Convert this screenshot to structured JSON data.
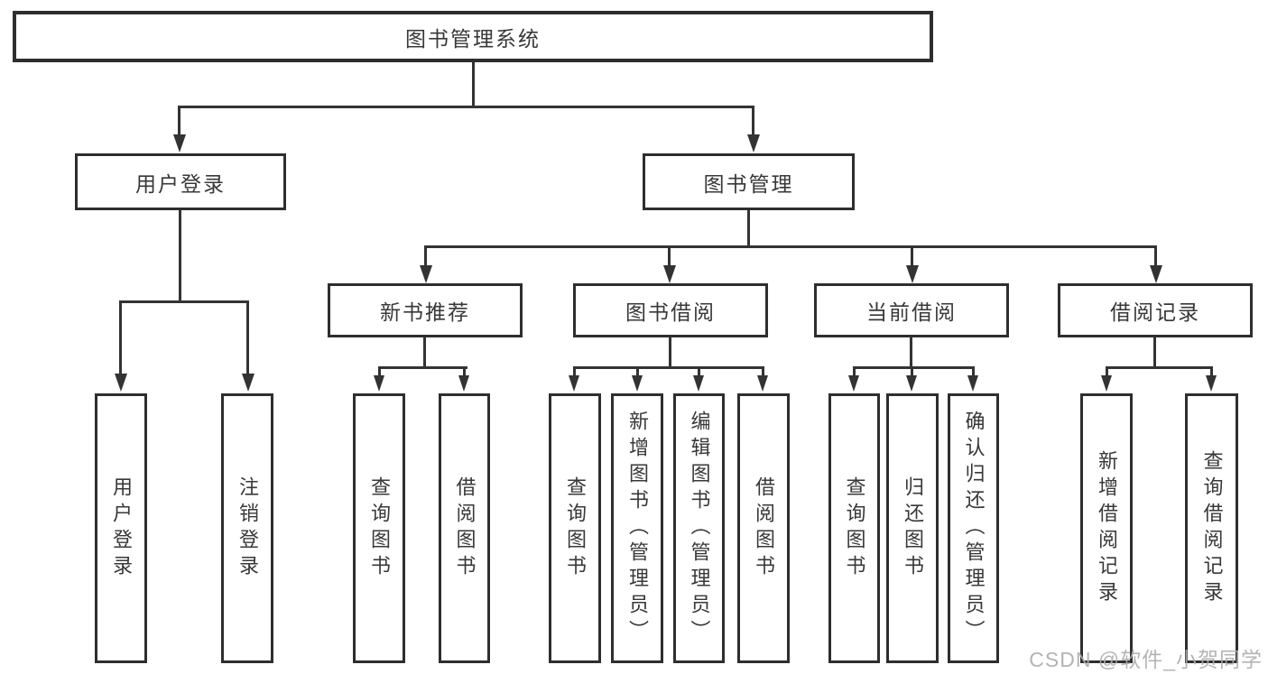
{
  "tree": {
    "root": "图书管理系统",
    "user_login": {
      "label": "用户登录",
      "children": [
        "用户登录",
        "注销登录"
      ]
    },
    "book_mgmt": {
      "label": "图书管理",
      "sections": [
        {
          "label": "新书推荐",
          "children": [
            "查询图书",
            "借阅图书"
          ]
        },
        {
          "label": "图书借阅",
          "children": [
            "查询图书",
            "新增图书（管理员）",
            "编辑图书（管理员）",
            "借阅图书"
          ]
        },
        {
          "label": "当前借阅",
          "children": [
            "查询图书",
            "归还图书",
            "确认归还（管理员）"
          ]
        },
        {
          "label": "借阅记录",
          "children": [
            "新增借阅记录",
            "查询借阅记录"
          ]
        }
      ]
    }
  },
  "watermark": {
    "text": "CSDN @软件_小贺同学"
  },
  "colors": {
    "line": "#333333",
    "text": "#383838",
    "box_border": "#2e2e2e",
    "watermark": "#acacac",
    "background": "#ffffff"
  }
}
